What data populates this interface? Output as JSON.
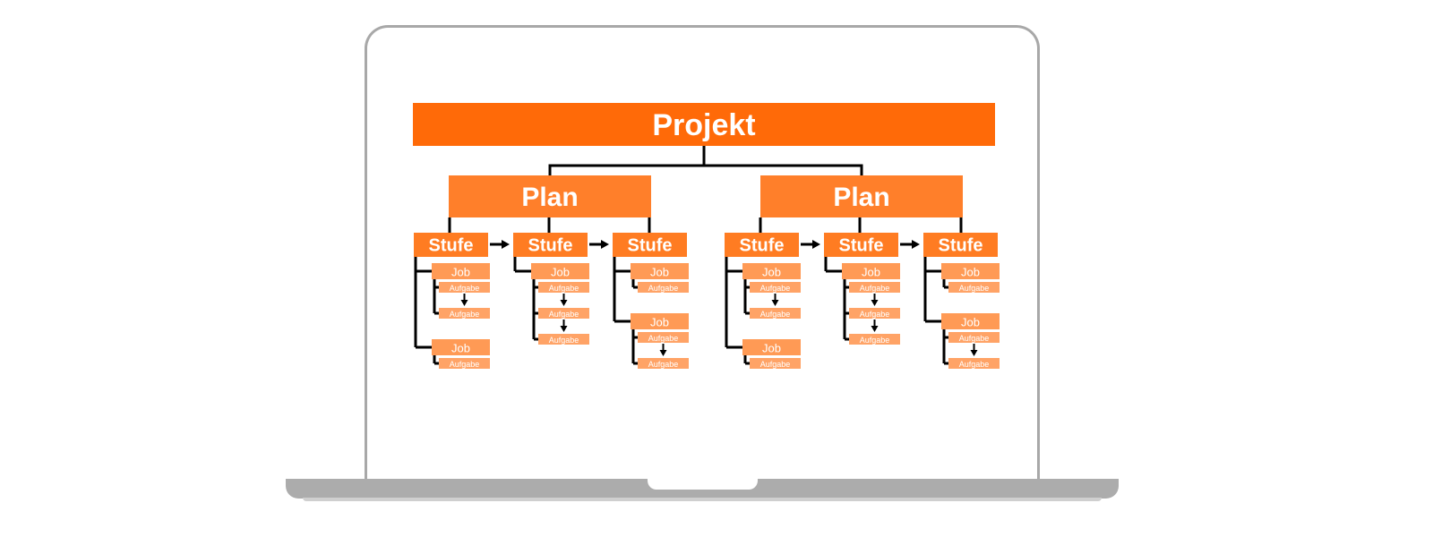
{
  "colors": {
    "projekt": "#FF6A08",
    "plan": "#FF7F2A",
    "stufe": "#FF7C22",
    "job": "#FF9A55",
    "aufgabe": "#FFA366",
    "line": "#000000",
    "frame": "#A8A8A8",
    "base": "#ACACAC"
  },
  "diagram": {
    "projekt": "Projekt",
    "plans": [
      {
        "label": "Plan",
        "stufen": [
          {
            "label": "Stufe",
            "jobs": [
              {
                "label": "Job",
                "aufgaben": [
                  "Aufgabe",
                  "Aufgabe"
                ]
              },
              {
                "label": "Job",
                "aufgaben": [
                  "Aufgabe"
                ]
              }
            ]
          },
          {
            "label": "Stufe",
            "jobs": [
              {
                "label": "Job",
                "aufgaben": [
                  "Aufgabe",
                  "Aufgabe",
                  "Aufgabe"
                ]
              }
            ]
          },
          {
            "label": "Stufe",
            "jobs": [
              {
                "label": "Job",
                "aufgaben": [
                  "Aufgabe"
                ]
              },
              {
                "label": "Job",
                "aufgaben": [
                  "Aufgabe",
                  "Aufgabe"
                ]
              }
            ]
          }
        ]
      },
      {
        "label": "Plan",
        "stufen": [
          {
            "label": "Stufe",
            "jobs": [
              {
                "label": "Job",
                "aufgaben": [
                  "Aufgabe",
                  "Aufgabe"
                ]
              },
              {
                "label": "Job",
                "aufgaben": [
                  "Aufgabe"
                ]
              }
            ]
          },
          {
            "label": "Stufe",
            "jobs": [
              {
                "label": "Job",
                "aufgaben": [
                  "Aufgabe",
                  "Aufgabe",
                  "Aufgabe"
                ]
              }
            ]
          },
          {
            "label": "Stufe",
            "jobs": [
              {
                "label": "Job",
                "aufgaben": [
                  "Aufgabe"
                ]
              },
              {
                "label": "Job",
                "aufgaben": [
                  "Aufgabe",
                  "Aufgabe"
                ]
              }
            ]
          }
        ]
      }
    ]
  }
}
